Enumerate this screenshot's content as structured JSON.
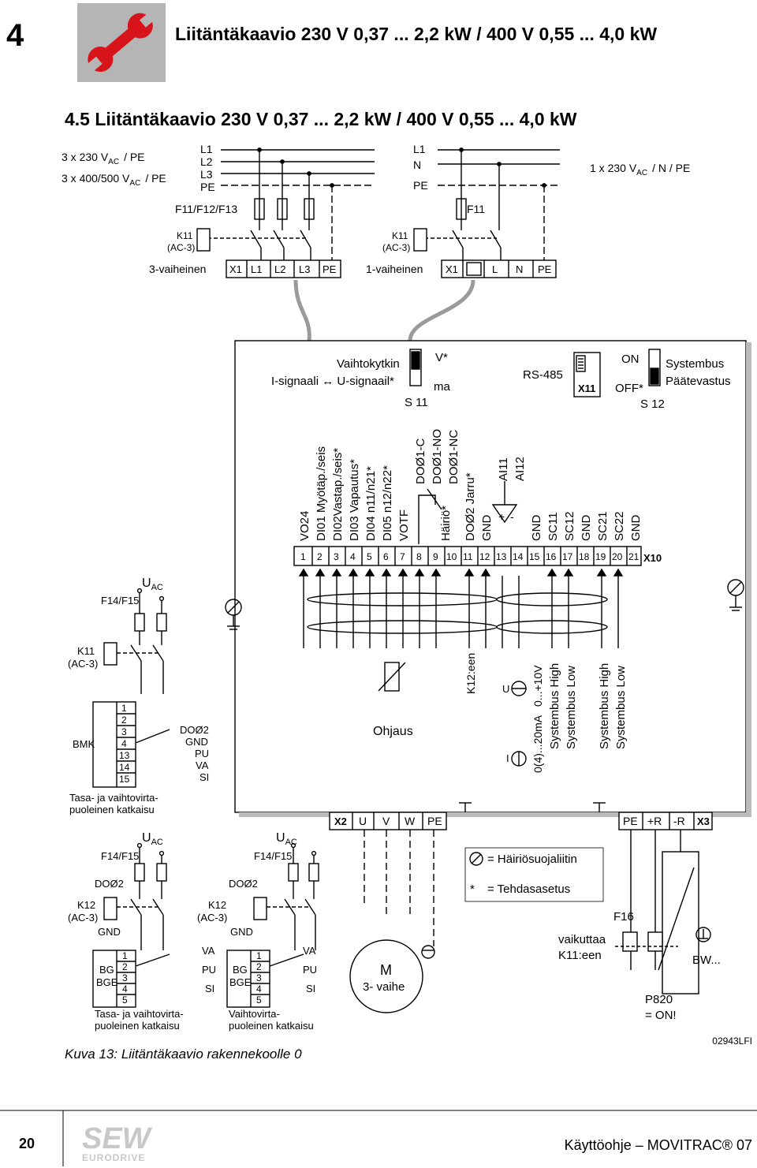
{
  "header": {
    "chapter_number": "4",
    "title": "Liitäntäkaavio 230 V 0,37 ... 2,2 kW / 400 V 0,55 ... 4,0 kW",
    "icon": "wrench-icon"
  },
  "section": {
    "title": "4.5   Liitäntäkaavio 230 V 0,37 ... 2,2 kW / 400 V 0,55 ... 4,0 kW"
  },
  "supply": {
    "three_phase_230": "3 x 230 V",
    "three_phase_400": "3 x 400/500 V",
    "ac_sub": "AC",
    "pe_suffix": "/ PE",
    "lines_3": [
      "L1",
      "L2",
      "L3",
      "PE"
    ],
    "lines_1": [
      "L1",
      "N",
      "PE"
    ],
    "single_phase": "1 x 230 V",
    "single_suffix": "/ N / PE",
    "fuse_3": "F11/F12/F13",
    "fuse_1": "F11",
    "contactor": "K11",
    "contactor_sub": "(AC-3)",
    "label_3ph": "3-vaiheinen",
    "label_1ph": "1-vaiheinen",
    "term_3ph": [
      "X1",
      "L1",
      "L2",
      "L3",
      "PE"
    ],
    "term_1ph": [
      "X1",
      "L",
      "N",
      "PE"
    ]
  },
  "switches": {
    "s11_title": "Vaihtokytkin",
    "s11_desc": "I-signaali ↔ U-signaail*",
    "s11_v": "V*",
    "s11_ma": "ma",
    "s11_name": "S 11",
    "rs485": "RS-485",
    "x11": "X11",
    "s12_on": "ON",
    "s12_off": "OFF*",
    "s12_name": "S 12",
    "s12_t1": "Systembus",
    "s12_t2": "Päätevastus"
  },
  "x10": {
    "name": "X10",
    "numbers": [
      "1",
      "2",
      "3",
      "4",
      "5",
      "6",
      "7",
      "8",
      "9",
      "10",
      "11",
      "12",
      "13",
      "14",
      "15",
      "16",
      "17",
      "18",
      "19",
      "20",
      "21"
    ],
    "labels": [
      "VO24",
      "DI01 Myötäp./seis",
      "DI02Vastap./seis*",
      "DI03 Vapautus*",
      "DI04 n11/n21*",
      "DI05 n12/n22*",
      "VOTF",
      "DOØ1-C",
      "DOØ1-NO",
      "DOØ1-NC",
      "DOØ2 Jarru*",
      "GND",
      "AI11",
      "AI12",
      "GND",
      "SC11",
      "SC12",
      "GND",
      "SC21",
      "SC22",
      "GND"
    ],
    "hairio": "Häiriö*"
  },
  "lower": {
    "uac": "U",
    "ac_sub": "AC",
    "f1415": "F14/F15",
    "k11": "K11",
    "k11_sub": "(AC-3)",
    "bmk": "BMK",
    "bmk_pins": [
      "1",
      "2",
      "3",
      "4",
      "13",
      "14",
      "15"
    ],
    "bmk_signals": [
      "DOØ2",
      "GND",
      "PU",
      "VA",
      "SI"
    ],
    "bmk_caption1": "Tasa- ja vaihtovirta-",
    "bmk_caption2": "puoleinen katkaisu",
    "ohjaus": "Ohjaus",
    "k12een": "K12:een",
    "u_sym": "U",
    "i_sym": "I",
    "range_v": "0...+10V",
    "range_i": "0(4)...20mA",
    "sys_high": "Systembus High",
    "sys_low": "Systembus Low",
    "x2": "X2",
    "x2_terms": [
      "U",
      "V",
      "W",
      "PE"
    ],
    "x3": "X3",
    "x3_terms": [
      "PE",
      "+R",
      "-R"
    ],
    "legend_shield": "= Häiriösuojaliitin",
    "legend_star": "*",
    "legend_default": "= Tehdasasetus",
    "f16": "F16",
    "vaikuttaa1": "vaikuttaa",
    "vaikuttaa2": "K11:een",
    "bw": "BW...",
    "p820a": "P820",
    "p820b": "= ON!",
    "motor_m": "M",
    "motor_desc": "3- vaihe",
    "doo2": "DOØ2",
    "k12": "K12",
    "k12_sub": "(AC-3)",
    "gnd": "GND",
    "bg": "BG",
    "bge": "BGE",
    "bg_pins": [
      "1",
      "2",
      "3",
      "4",
      "5"
    ],
    "bg_signals": [
      "VA",
      "PU",
      "SI"
    ],
    "bg1_caption1": "Tasa- ja vaihtovirta-",
    "bg1_caption2": "puoleinen katkaisu",
    "bg2_caption1": "Vaihtovirta-",
    "bg2_caption2": "puoleinen katkaisu"
  },
  "caption": "Kuva 13: Liitäntäkaavio rakennekoolle 0",
  "drawing_code": "02943LFI",
  "footer": {
    "page": "20",
    "doc": "Käyttöohje – MOVITRAC® 07",
    "logo_line1": "SEW",
    "logo_line2": "EURODRIVE"
  }
}
